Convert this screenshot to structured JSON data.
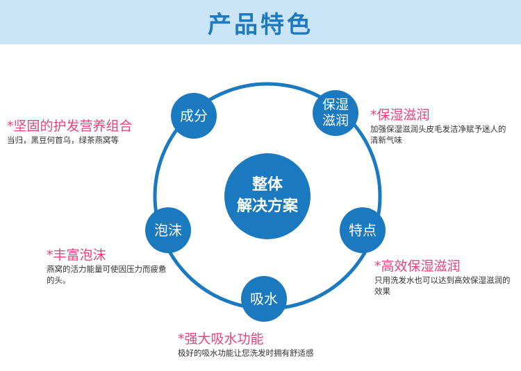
{
  "header": {
    "title": "产品特色"
  },
  "nodes": {
    "top_left": "成分",
    "top_right_line1": "保湿",
    "top_right_line2": "滋润",
    "right": "特点",
    "bottom": "吸水",
    "left": "泡沫",
    "center_line1": "整体",
    "center_line2": "解决方案"
  },
  "features": {
    "ingredients": {
      "title": "*坚固的护发营养组合",
      "desc": "当归，黑豆何首乌，绿茶燕窝等"
    },
    "moisture": {
      "title": "*保湿滋润",
      "desc": "加强保湿滋润头皮毛发洁净赋予迷人的清新气味"
    },
    "foam": {
      "title": "*丰富泡沫",
      "desc": "燕窝的活力能量可使因压力而疲惫的头。"
    },
    "efficient": {
      "title": "*高效保湿滋润",
      "desc": "只用洗发水也可以达到高效保湿滋润的效果"
    },
    "absorb": {
      "title": "*强大吸水功能",
      "desc": "极好的吸水功能让您洗发时拥有舒适感"
    }
  },
  "colors": {
    "header_bg": "#c9e5f7",
    "title_blue": "#1d79c0",
    "node_blue": "#1a79bf",
    "accent_pink": "#e8427e"
  }
}
